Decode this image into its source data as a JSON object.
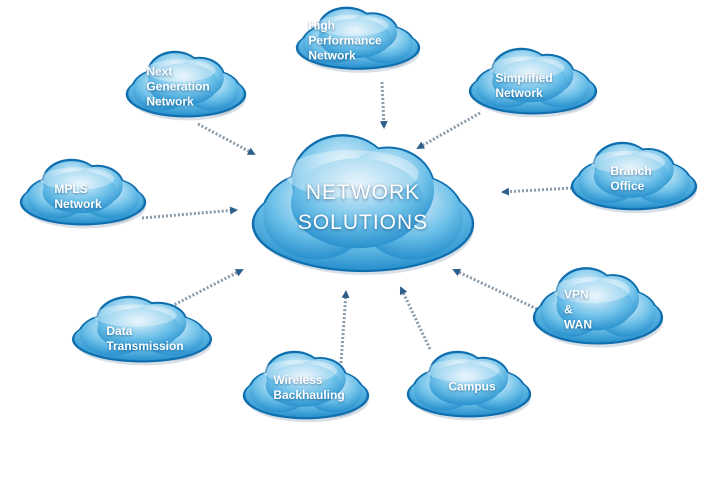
{
  "colors": {
    "cloud_light": "#dff1fb",
    "cloud_mid": "#6ec1e9",
    "cloud_dark": "#1c88c8",
    "cloud_edge": "#0f6fae",
    "arrow": "#8a9aa8",
    "arrow_head": "#2e5f8a"
  },
  "center": {
    "lines": [
      "NETWORK",
      "SOLUTIONS"
    ]
  },
  "nodes": [
    {
      "id": "high-performance-network",
      "lines": [
        "High",
        "Performance",
        "Network"
      ]
    },
    {
      "id": "next-generation-network",
      "lines": [
        "Next",
        "Generation",
        "Network"
      ]
    },
    {
      "id": "simplified-network",
      "lines": [
        "Simplified",
        "Network"
      ]
    },
    {
      "id": "mpls-network",
      "lines": [
        "MPLS",
        "Network"
      ]
    },
    {
      "id": "branch-office",
      "lines": [
        "Branch",
        "Office"
      ]
    },
    {
      "id": "data-transmission",
      "lines": [
        "Data",
        "Transmission"
      ]
    },
    {
      "id": "vpn-wan",
      "lines": [
        "VPN",
        "&",
        "WAN"
      ]
    },
    {
      "id": "wireless-backhauling",
      "lines": [
        "Wireless",
        "Backhauling"
      ]
    },
    {
      "id": "campus",
      "lines": [
        "Campus"
      ]
    }
  ]
}
